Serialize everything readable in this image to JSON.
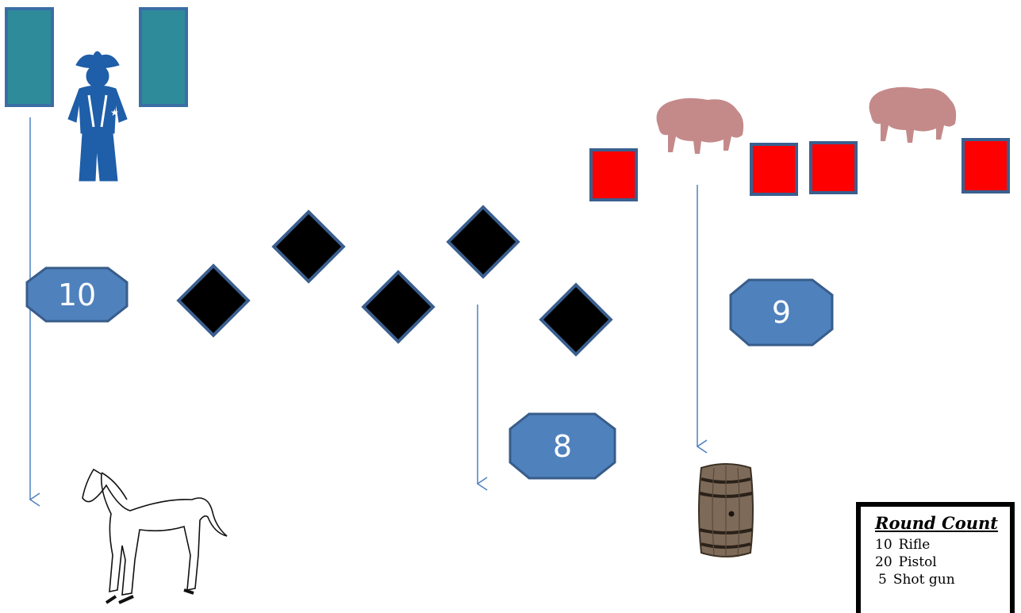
{
  "stages": [
    {
      "id": "stage-10",
      "label": "10"
    },
    {
      "id": "stage-9",
      "label": "9"
    },
    {
      "id": "stage-8",
      "label": "8"
    }
  ],
  "targets": {
    "doors": 2,
    "diamonds": 5,
    "red_squares": 4
  },
  "props": [
    "cowboy-figure",
    "horse-figure",
    "bison-figure",
    "bison-figure",
    "barrel-figure"
  ],
  "colors": {
    "door": "#2e8b9a",
    "door_border": "#3a6ea5",
    "stage_fill": "#4f81bd",
    "stage_border": "#385d8a",
    "diamond": "#000000",
    "diamond_border": "#3a5f8f",
    "red_target": "#ff0000",
    "red_target_border": "#3a5f8f",
    "arrow": "#4f81bd",
    "cowboy": "#1f5ea8",
    "bison": "#c48a8a"
  },
  "round_count": {
    "title": "Round Count",
    "rows": [
      {
        "count": "10",
        "weapon": "Rifle"
      },
      {
        "count": "20",
        "weapon": "Pistol"
      },
      {
        "count": "5",
        "weapon": "Shot gun"
      }
    ]
  }
}
